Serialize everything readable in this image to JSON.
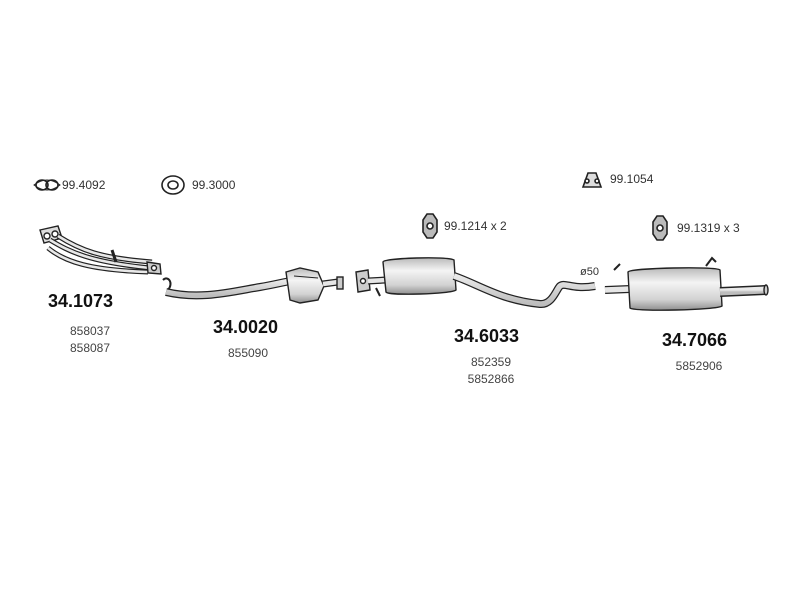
{
  "accessories": [
    {
      "code": "99.4092",
      "icon": "double-ring-gasket-icon"
    },
    {
      "code": "99.3000",
      "icon": "ring-gasket-icon"
    },
    {
      "code": "99.1054",
      "icon": "rubber-hanger-icon"
    },
    {
      "code": "99.1214 x 2",
      "icon": "rubber-mount-icon"
    },
    {
      "code": "99.1319 x 3",
      "icon": "rubber-mount-icon"
    }
  ],
  "parts": [
    {
      "number": "34.1073",
      "oem": [
        "858037",
        "858087"
      ],
      "name": "front-exhaust-manifold-pipe"
    },
    {
      "number": "34.0020",
      "oem": [
        "855090"
      ],
      "name": "catalytic-converter-pipe"
    },
    {
      "number": "34.6033",
      "oem": [
        "852359",
        "5852866"
      ],
      "name": "middle-silencer"
    },
    {
      "number": "34.7066",
      "oem": [
        "5852906"
      ],
      "name": "rear-silencer"
    }
  ],
  "diameter_label": "ø50",
  "colors": {
    "line": "#222222",
    "fill_light": "#f2f2f2",
    "fill_mid": "#c8c8c8",
    "fill_dark": "#9a9a9a"
  }
}
